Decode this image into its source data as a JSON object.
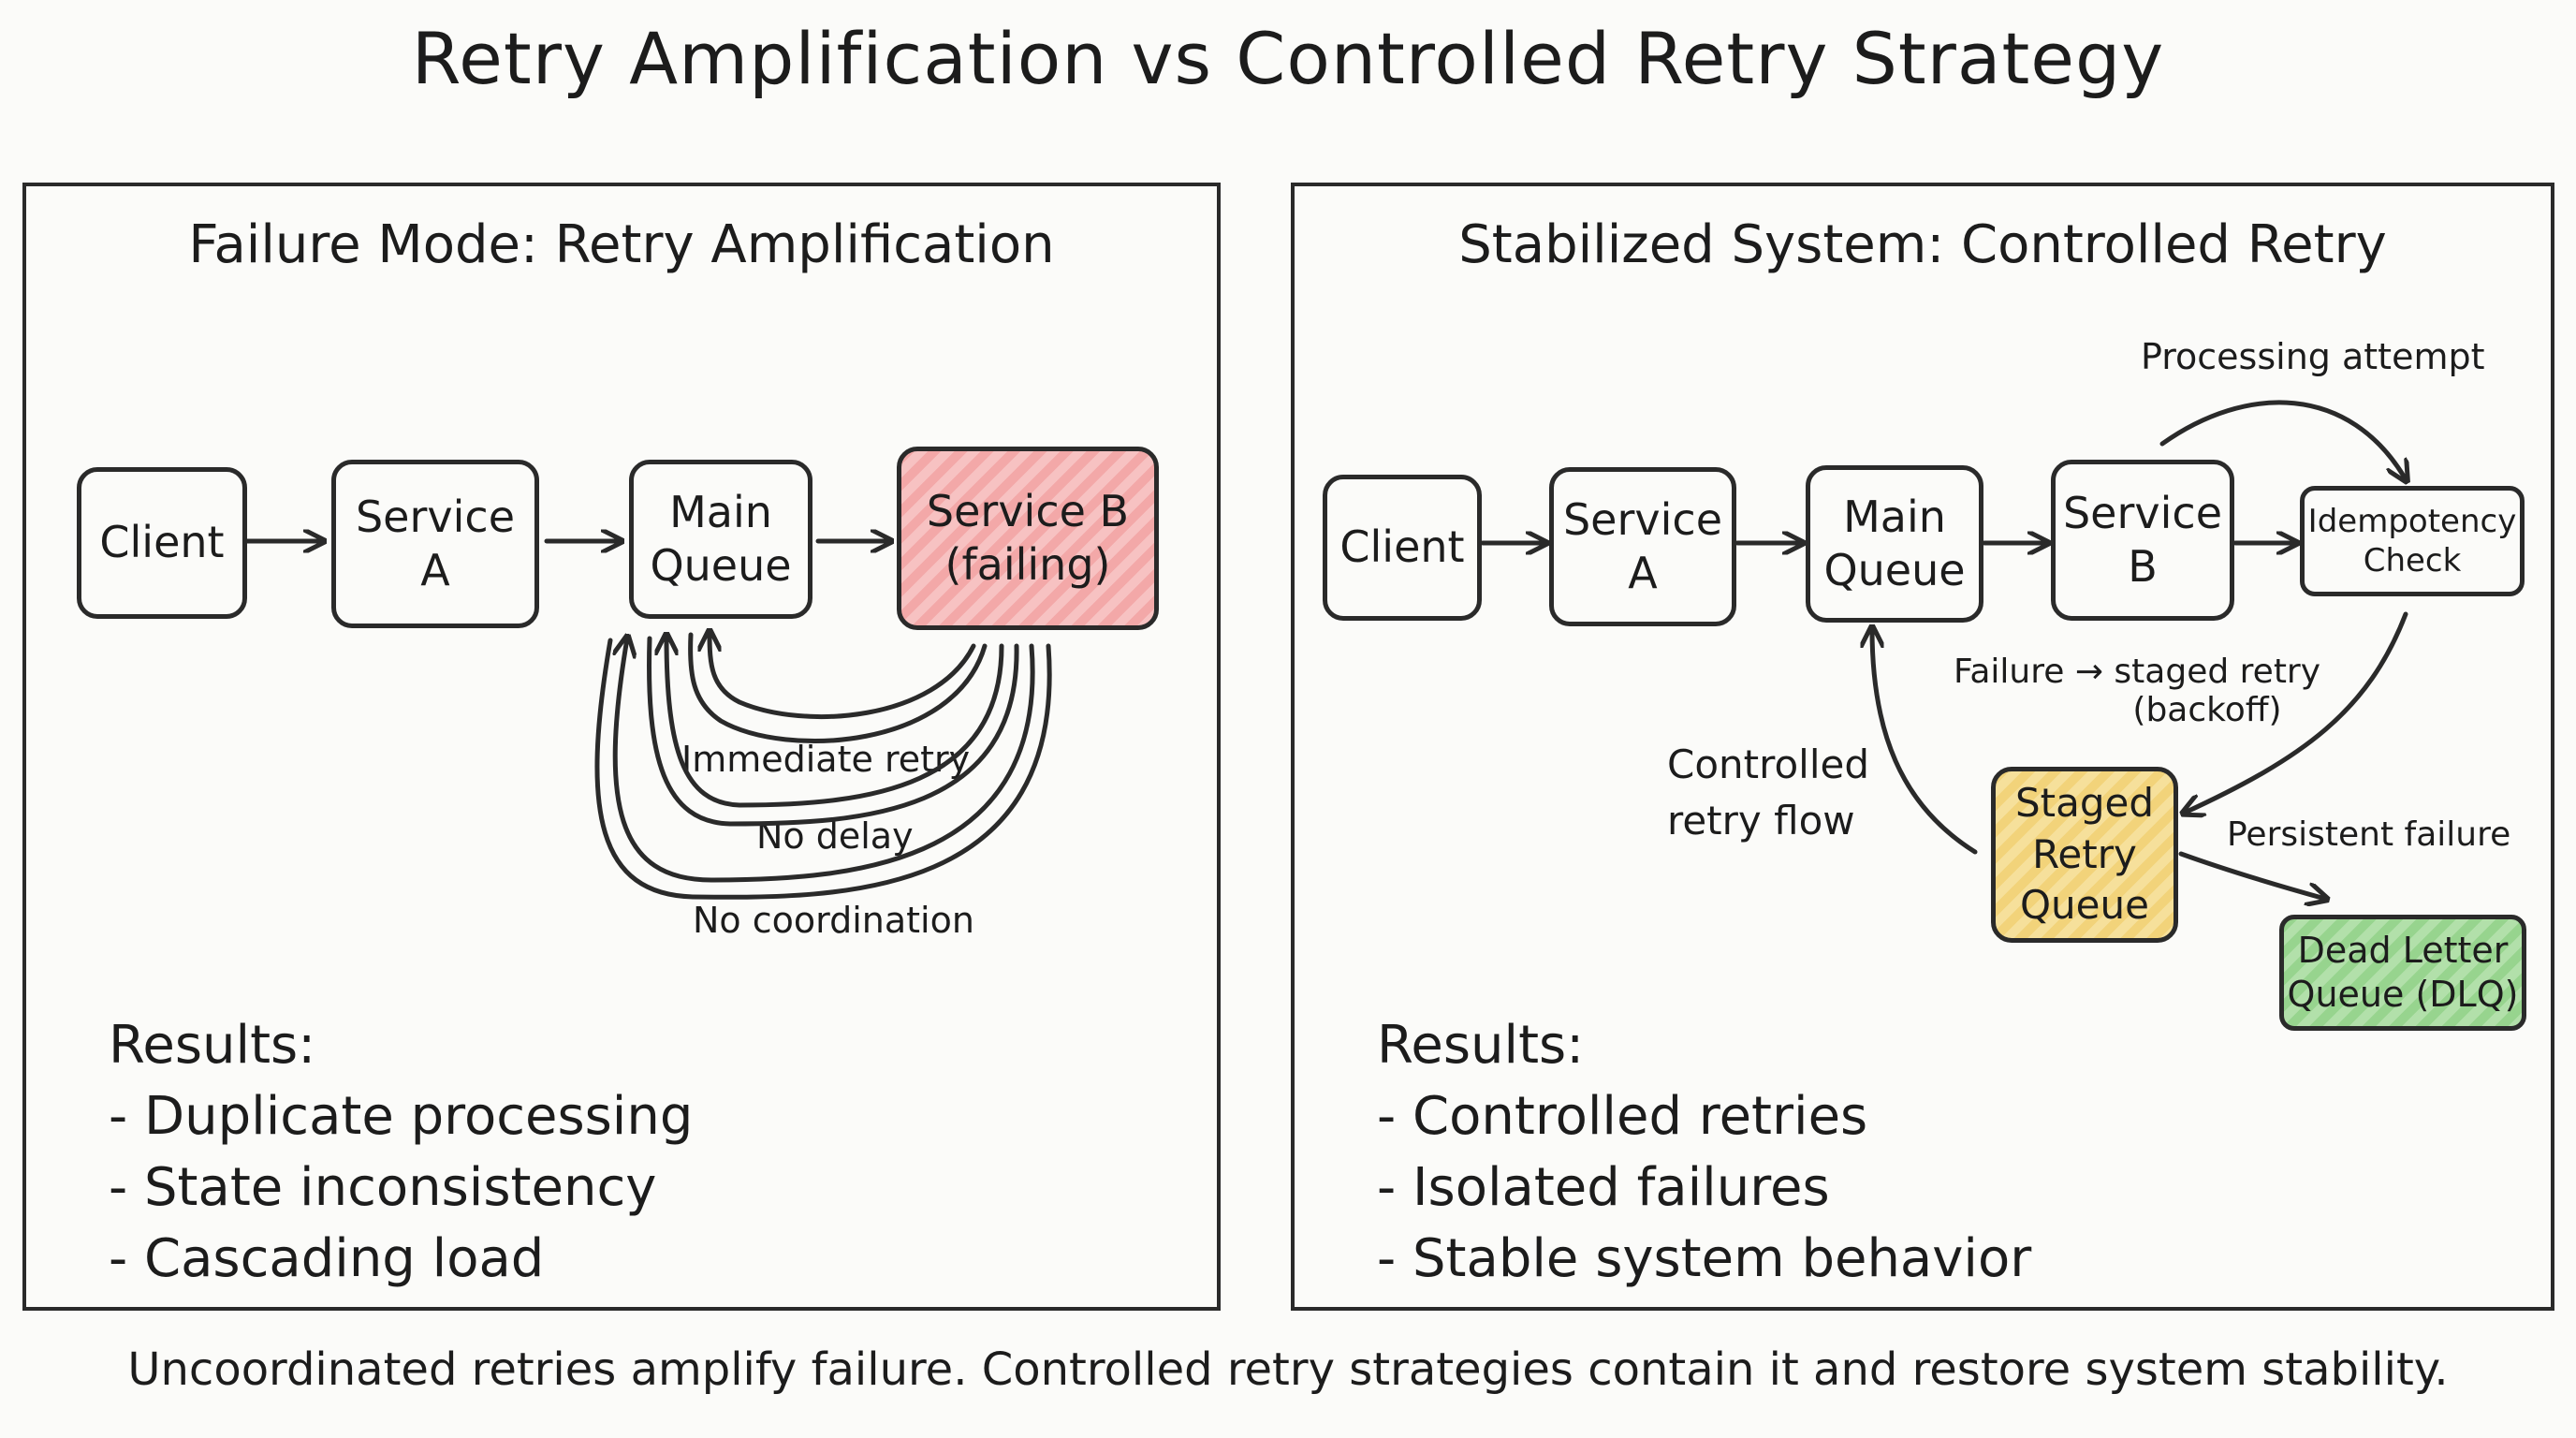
{
  "title": "Retry Amplification vs Controlled Retry Strategy",
  "left": {
    "heading": "Failure Mode: Retry Amplification",
    "nodes": {
      "client": "Client",
      "service_a": [
        "Service",
        "A"
      ],
      "main_queue": [
        "Main",
        "Queue"
      ],
      "service_b": [
        "Service B",
        "(failing)"
      ]
    },
    "loop_labels": [
      "Immediate retry",
      "No delay",
      "No coordination"
    ],
    "results_title": "Results:",
    "results": [
      "- Duplicate processing",
      "- State inconsistency",
      "- Cascading load"
    ]
  },
  "right": {
    "heading": "Stabilized System: Controlled Retry",
    "nodes": {
      "client": "Client",
      "service_a": [
        "Service",
        "A"
      ],
      "main_queue": [
        "Main",
        "Queue"
      ],
      "service_b": [
        "Service",
        "B"
      ],
      "idempotency": [
        "Idempotency",
        "Check"
      ],
      "staged": [
        "Staged",
        "Retry",
        "Queue"
      ],
      "dlq": [
        "Dead Letter",
        "Queue (DLQ)"
      ]
    },
    "labels": {
      "processing_attempt": "Processing attempt",
      "failure_staged": [
        "Failure → staged retry",
        "(backoff)"
      ],
      "controlled_flow": [
        "Controlled",
        "retry flow"
      ],
      "persistent_failure": "Persistent failure"
    },
    "results_title": "Results:",
    "results": [
      "- Controlled retries",
      "- Isolated failures",
      "- Stable system behavior"
    ]
  },
  "footer": "Uncoordinated retries amplify failure. Controlled retry strategies contain it and restore system stability.",
  "colors": {
    "failing": "#f3a8a8",
    "staged": "#f2d37a",
    "dlq": "#97d48e",
    "ink": "#2a2a2a"
  }
}
